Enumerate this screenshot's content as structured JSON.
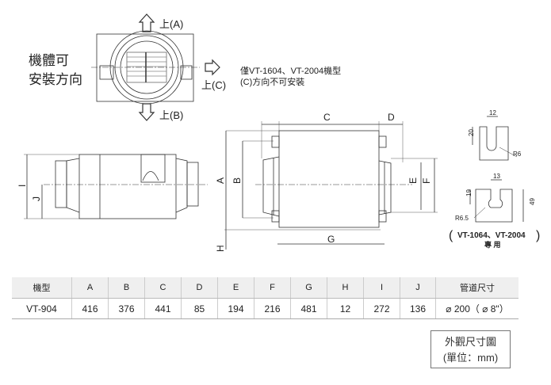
{
  "orientation": {
    "side_label_line1": "機體可",
    "side_label_line2": "安裝方向",
    "up_a": "上(A)",
    "up_b": "上(B)",
    "up_c": "上(C)",
    "note_line1": "僅VT-1604、VT-2004機型",
    "note_line2": "(C)方向不可安裝"
  },
  "dims": {
    "a": "A",
    "b": "B",
    "c": "C",
    "d": "D",
    "e": "E",
    "f": "F",
    "g": "G",
    "h": "H",
    "i": "I",
    "j": "J"
  },
  "slot1": {
    "width": "12",
    "depth": "20",
    "radius": "R6"
  },
  "slot2": {
    "width": "13",
    "depth": "19",
    "height": "49",
    "radius": "R6.5",
    "models": "VT-1064、VT-2004",
    "exclusive": "專 用"
  },
  "table": {
    "headers": [
      "機型",
      "A",
      "B",
      "C",
      "D",
      "E",
      "F",
      "G",
      "H",
      "I",
      "J",
      "管道尺寸"
    ],
    "rows": [
      [
        "VT-904",
        "416",
        "376",
        "441",
        "85",
        "194",
        "216",
        "481",
        "12",
        "272",
        "136",
        "⌀ 200（ ⌀ 8\"）"
      ]
    ]
  },
  "unit_box": {
    "line1": "外觀尺寸圖",
    "line2": "(單位：mm)"
  }
}
